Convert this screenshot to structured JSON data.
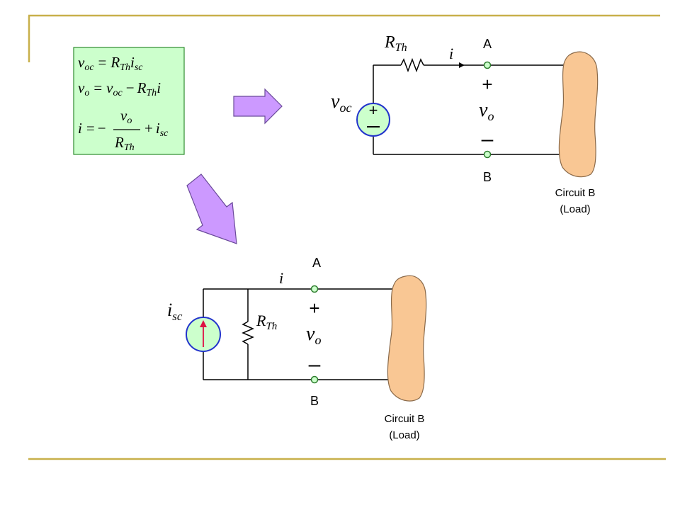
{
  "colors": {
    "frame": "#c8b04a",
    "equation_box_fill": "#ccffcc",
    "equation_box_stroke": "#2e8b2e",
    "arrow_fill": "#cc99ff",
    "arrow_stroke": "#6a4a9a",
    "source_fill": "#ccffcc",
    "source_stroke": "#2233cc",
    "source_arrow": "#dd1144",
    "load_fill": "#f9c794",
    "load_stroke": "#8a6a4a",
    "terminal_fill": "#ccffcc",
    "terminal_stroke": "#2e7d2e"
  },
  "equations": {
    "eq1": {
      "lhs_main": "v",
      "lhs_sub": "oc",
      "rhs_r": "R",
      "rhs_r_sub": "Th",
      "rhs_i": "i",
      "rhs_i_sub": "sc"
    },
    "eq2": {
      "lhs_main": "v",
      "lhs_sub": "o",
      "v2_main": "v",
      "v2_sub": "oc",
      "r_main": "R",
      "r_sub": "Th",
      "tail": "i"
    },
    "eq3": {
      "lhs": "i",
      "num_main": "v",
      "num_sub": "o",
      "den_main": "R",
      "den_sub": "Th",
      "tail_main": "i",
      "tail_sub": "sc"
    }
  },
  "thevenin": {
    "resistor_label_main": "R",
    "resistor_label_sub": "Th",
    "current_label": "i",
    "terminal_a": "A",
    "terminal_b": "B",
    "plus_sign": "+",
    "minus_sign": "–",
    "vo_main": "v",
    "vo_sub": "o",
    "source_label_main": "v",
    "source_label_sub": "oc",
    "source_plus": "+",
    "source_minus": "–",
    "load_line1": "Circuit B",
    "load_line2": "(Load)"
  },
  "norton": {
    "resistor_label_main": "R",
    "resistor_label_sub": "Th",
    "current_label": "i",
    "terminal_a": "A",
    "terminal_b": "B",
    "plus_sign": "+",
    "minus_sign": "–",
    "vo_main": "v",
    "vo_sub": "o",
    "source_label_main": "i",
    "source_label_sub": "sc",
    "load_line1": "Circuit B",
    "load_line2": "(Load)"
  }
}
